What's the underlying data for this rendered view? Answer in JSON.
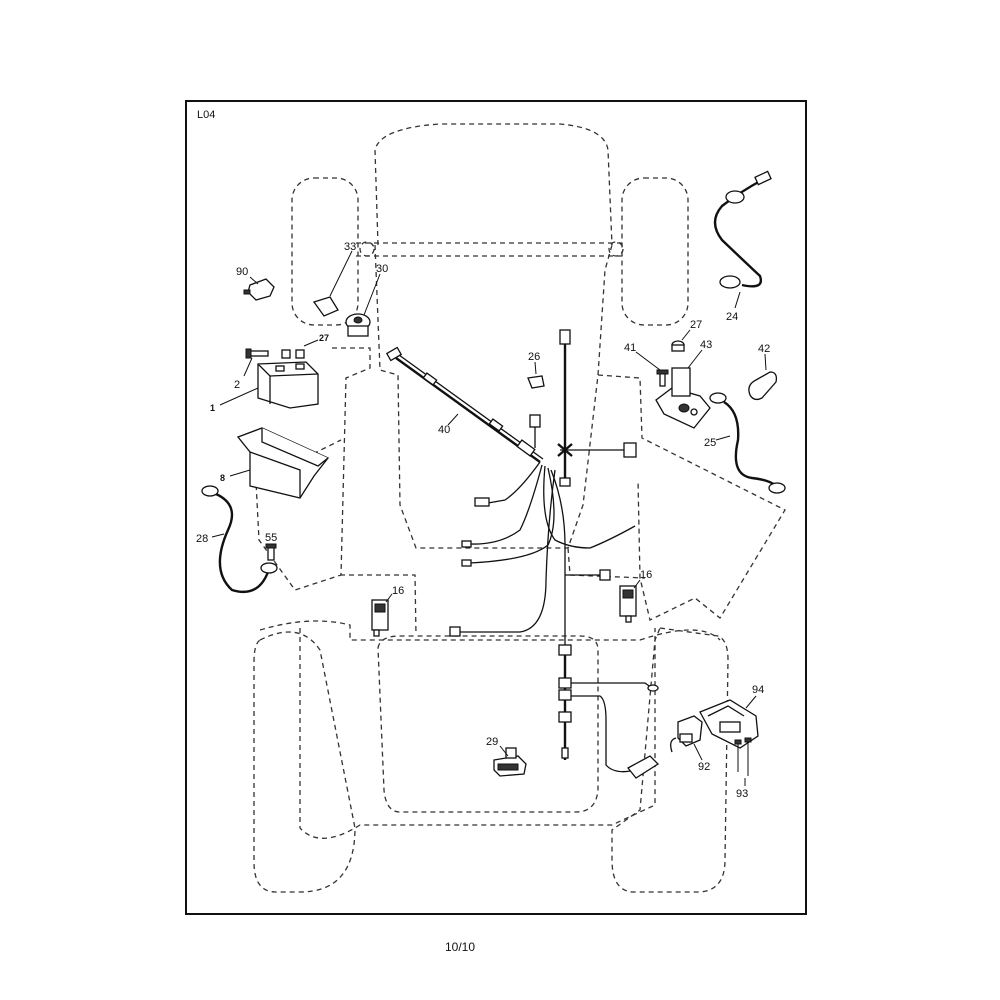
{
  "diagram_ref": "L04",
  "page_number": "10/10",
  "callouts": {
    "c1": "1",
    "c2": "2",
    "c8": "8",
    "c16a": "16",
    "c16b": "16",
    "c24": "24",
    "c25": "25",
    "c26": "26",
    "c27a": "27",
    "c27b": "27",
    "c28": "28",
    "c29": "29",
    "c30": "30",
    "c33": "33",
    "c40": "40",
    "c41": "41",
    "c42": "42",
    "c43": "43",
    "c55": "55",
    "c90": "90",
    "c92": "92",
    "c93": "93",
    "c94": "94"
  }
}
